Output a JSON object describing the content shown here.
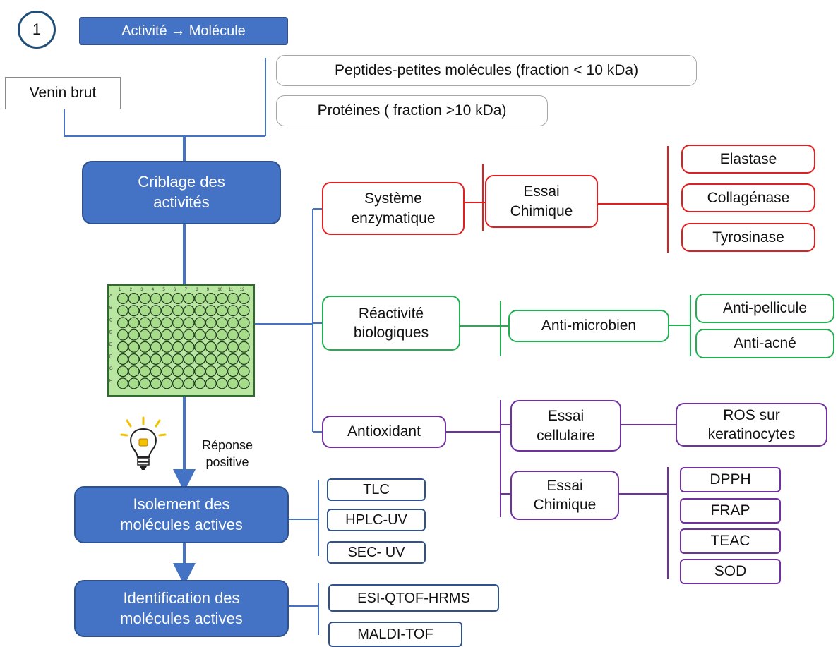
{
  "step_number": "1",
  "header": "Activité → Molécule",
  "venin": "Venin brut",
  "fractions": [
    "Peptides-petites molécules (fraction < 10 kDa)",
    "Protéines ( fraction >10 kDa)"
  ],
  "main": {
    "criblage": "Criblage des activités",
    "isolement": "Isolement des molécules actives",
    "identification": "Identification des molécules actives"
  },
  "plate": {
    "columns": [
      "1",
      "2",
      "3",
      "4",
      "5",
      "6",
      "7",
      "8",
      "9",
      "10",
      "11",
      "12"
    ],
    "rows": [
      "A",
      "B",
      "C",
      "D",
      "E",
      "F",
      "G",
      "H"
    ]
  },
  "reponse": "Réponse positive",
  "systeme": {
    "label": "Système enzymatique",
    "essai": "Essai Chimique",
    "items": [
      "Elastase",
      "Collagénase",
      "Tyrosinase"
    ]
  },
  "reactivite": {
    "label": "Réactivité biologiques",
    "test": "Anti-microbien",
    "items": [
      "Anti-pellicule",
      "Anti-acné"
    ]
  },
  "antioxidant": {
    "label": "Antioxidant",
    "cellulaire": "Essai cellulaire",
    "ros": "ROS  sur keratinocytes",
    "chimique": "Essai Chimique",
    "items": [
      "DPPH",
      "FRAP",
      "TEAC",
      "SOD"
    ]
  },
  "isolation_methods": [
    "TLC",
    "HPLC-UV",
    "SEC- UV"
  ],
  "identification_methods": [
    "ESI-QTOF-HRMS",
    "MALDI-TOF"
  ],
  "colors": {
    "blue": "#4472c4",
    "red": "#e02020",
    "green": "#20b050",
    "purple": "#7030a0"
  }
}
